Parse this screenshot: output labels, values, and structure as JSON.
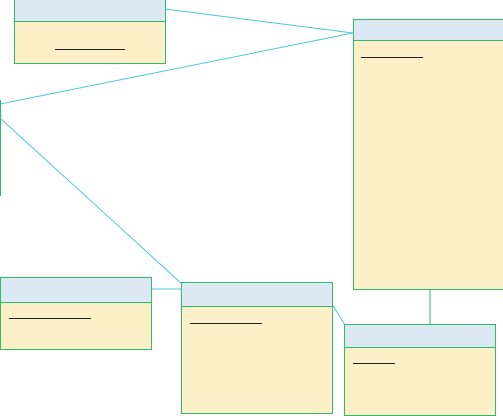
{
  "diagram": {
    "kind": "entity-relationship",
    "colors": {
      "entity_border": "#2bbd6a",
      "entity_header": "#dde8f5",
      "entity_body": "#fdf0c8",
      "connector": "#4cc7d9",
      "field_underline": "#222222"
    },
    "entities": [
      {
        "id": "top-left",
        "title": ""
      },
      {
        "id": "right-tall",
        "title": ""
      },
      {
        "id": "left-edge",
        "title": ""
      },
      {
        "id": "bottom-left",
        "title": ""
      },
      {
        "id": "bottom-middle",
        "title": ""
      },
      {
        "id": "bottom-right",
        "title": ""
      }
    ]
  }
}
